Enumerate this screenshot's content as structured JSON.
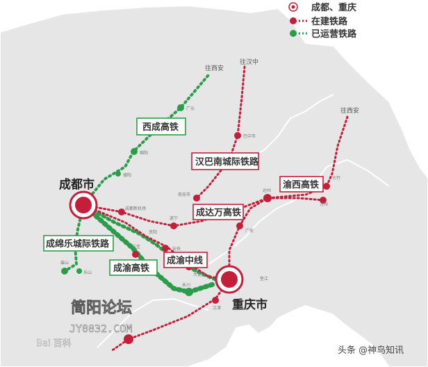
{
  "legend": {
    "cities": "成都、重庆",
    "under_construction": "在建铁路",
    "in_operation": "已运营铁路"
  },
  "colors": {
    "construction": "#c41e3a",
    "operation": "#2a9d4a",
    "land": "#e6e6e6"
  },
  "cities": {
    "chengdu": "成都市",
    "chongqing": "重庆市"
  },
  "railways": {
    "xicheng": "西成高铁",
    "hanbanan": "汉巴南城际铁路",
    "yuxi": "渝西高铁",
    "chengdawan": "成达万高铁",
    "chengmianle": "成绵乐城际铁路",
    "chengyuzhong": "成渝中线",
    "chengyu": "成渝高铁"
  },
  "destinations": {
    "xian_north": "往西安",
    "hanzhong": "往汉中",
    "xian_east": "往西安"
  },
  "small_places": {
    "guangyuan": "广元",
    "mianyang": "绵阳",
    "deyang": "德阳",
    "bazhong": "巴中市",
    "nanchong": "南充市",
    "dazhou": "达州",
    "wanzhou": "万州",
    "dazhu": "大竹",
    "guang_an": "广安",
    "suining": "遂宁",
    "lezhi": "乐至",
    "anyue": "安岳",
    "dazu": "大足区",
    "yongchuan": "永川",
    "jiangjin": "江津",
    "meishan": "眉山",
    "leshan": "乐山",
    "chengdu_xin": "成都新机场",
    "ziyang": "资阳",
    "dianjiang": "垫江"
  },
  "watermark": {
    "line1": "简阳论坛",
    "line2": "JY0832.COM",
    "line3": "Bai 百科"
  },
  "credit": "头条 @神鸟知讯"
}
